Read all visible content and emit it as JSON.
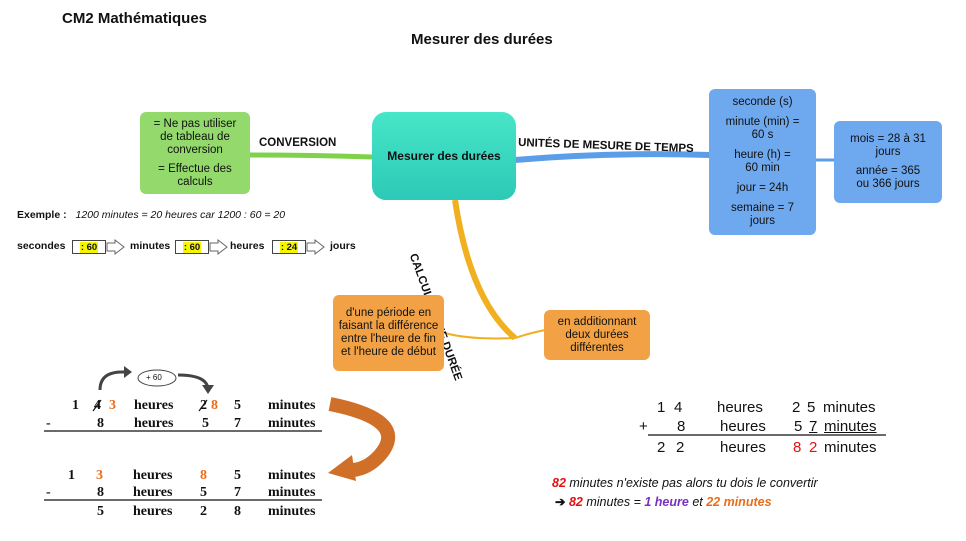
{
  "header": {
    "course": "CM2 Mathématiques",
    "title": "Mesurer des durées"
  },
  "center": {
    "label": "Mesurer des durées"
  },
  "branches": {
    "conversion": "CONVERSION",
    "units": "UNITÉS DE MESURE DE TEMPS",
    "calc": "CALCULER UNE DURÉE"
  },
  "conversion_box": {
    "line1": "= Ne pas utiliser de tableau de conversion",
    "line2": "= Effectue des calculs"
  },
  "units_box": {
    "items": [
      "seconde (s)",
      "minute (min) = 60 s",
      "heure (h) = 60 min",
      "jour = 24h",
      "semaine = 7 jours"
    ]
  },
  "units_box2": {
    "items": [
      "mois = 28 à 31 jours",
      "année = 365 ou 366 jours"
    ]
  },
  "calc_boxes": {
    "left": "d'une période en faisant la différence entre l'heure de fin et l'heure de début",
    "right": "en additionnant deux durées différentes"
  },
  "example": {
    "label": "Exemple :",
    "text": "1200 minutes = 20 heures car 1200 : 60 = 20"
  },
  "chain": {
    "items": [
      "secondes",
      "minutes",
      "heures",
      "jours"
    ],
    "ops": [
      ": 60",
      ": 60",
      ": 24"
    ]
  },
  "subtraction": {
    "borrow_label": "+ 60",
    "row1": {
      "d1": "1",
      "d2_crossed": "4",
      "d2": "3",
      "unit1": "heures",
      "m1_crossed": "2",
      "m1": "8",
      "m2": "5",
      "unit2": "minutes"
    },
    "row2": {
      "sign": "-",
      "d": "8",
      "unit1": "heures",
      "m1": "5",
      "m2": "7",
      "unit2": "minutes"
    },
    "row3": {
      "d1": "1",
      "d2": "3",
      "unit1": "heures",
      "m1": "8",
      "m2": "5",
      "unit2": "minutes"
    },
    "row4": {
      "sign": "-",
      "d": "8",
      "unit1": "heures",
      "m1": "5",
      "m2": "7",
      "unit2": "minutes"
    },
    "row5": {
      "d": "5",
      "unit1": "heures",
      "m1": "2",
      "m2": "8",
      "unit2": "minutes"
    }
  },
  "addition": {
    "row1": {
      "d1": "1",
      "d2": "4",
      "unit1": "heures",
      "m1": "2",
      "m2": "5",
      "unit2": "minutes"
    },
    "row2": {
      "sign": "+",
      "d": "8",
      "unit1": "heures",
      "m1": "5",
      "m2": "7",
      "unit2": "minutes"
    },
    "row3": {
      "d1": "2",
      "d2": "2",
      "unit1": "heures",
      "m1": "8",
      "m2": "2",
      "unit2": "minutes"
    }
  },
  "note": {
    "line1_num": "82",
    "line1_text": " minutes n'existe pas alors tu dois le convertir",
    "line2_arrow": "➔",
    "line2_num": "82",
    "line2_mid": " minutes = ",
    "line2_h": "1 heure",
    "line2_et": " et ",
    "line2_m": "22 minutes"
  },
  "colors": {
    "green": "#93d96b",
    "blue": "#6ea8ef",
    "orange": "#f2a245",
    "teal": "#2cc9b6",
    "accent_orange": "#ea6d18",
    "red": "#e51010",
    "purple": "#7a2fc2"
  }
}
